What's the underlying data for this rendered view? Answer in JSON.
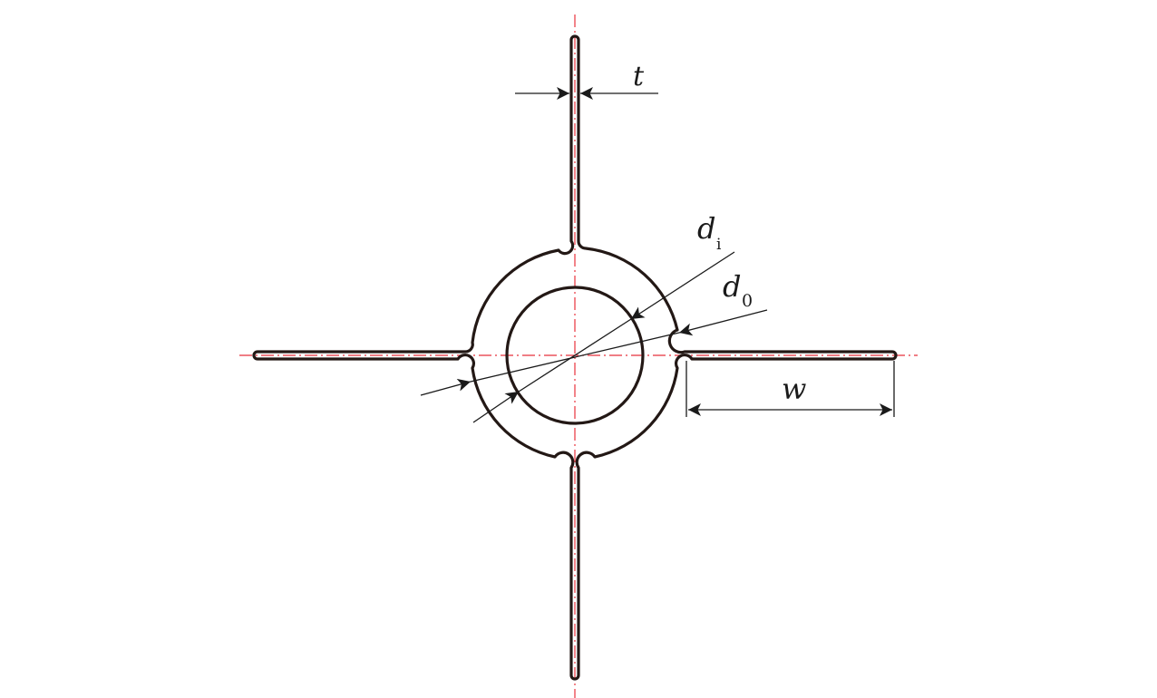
{
  "labels": {
    "thickness": "t",
    "inner_diameter": "d",
    "inner_diameter_sub": "i",
    "outer_diameter": "d",
    "outer_diameter_sub": "0",
    "arm_width": "w"
  },
  "colors": {
    "outline": "#231815",
    "centerline": "#e8323c",
    "dimension": "#1a1a1a",
    "background": "#ffffff"
  }
}
